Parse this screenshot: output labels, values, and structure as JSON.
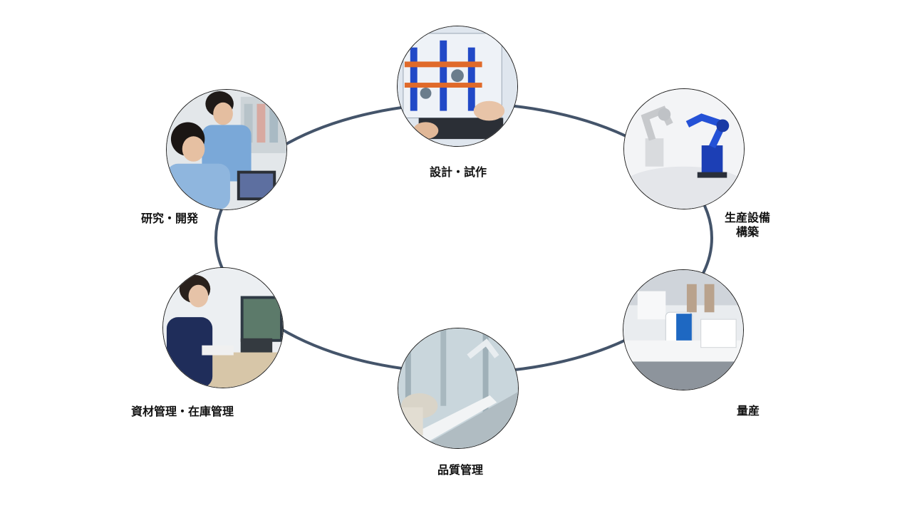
{
  "diagram": {
    "ring_color": "#44546a",
    "stages": [
      {
        "id": "design",
        "label": "設計・試作",
        "image": "cad-laptop-image"
      },
      {
        "id": "production-equipment",
        "label_lines": [
          "生産設備",
          "構築"
        ],
        "image": "industrial-robot-arms-image"
      },
      {
        "id": "mass-production",
        "label": "量産",
        "image": "automated-production-line-image"
      },
      {
        "id": "quality",
        "label": "品質管理",
        "image": "gloved-hand-inspection-image"
      },
      {
        "id": "materials-inventory",
        "label": "資材管理・在庫管理",
        "image": "worker-at-computer-image"
      },
      {
        "id": "rnd",
        "label": "研究・開発",
        "image": "engineers-discussing-image"
      }
    ]
  }
}
